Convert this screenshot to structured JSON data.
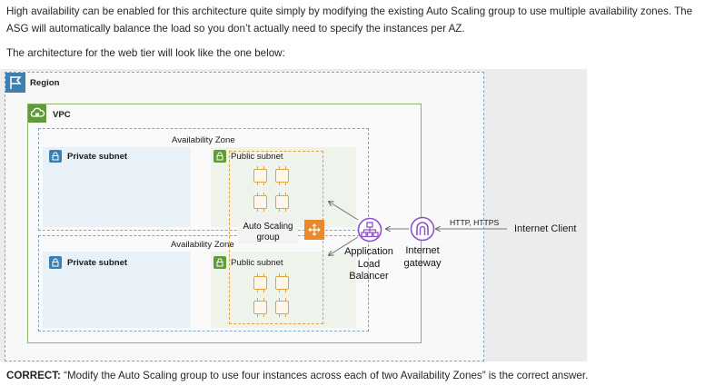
{
  "intro": {
    "paragraph1": "High availability can be enabled for this architecture quite simply by modifying the existing Auto Scaling group to use multiple availability zones. The ASG will automatically balance the load so you don’t actually need to specify the instances per AZ.",
    "paragraph2": "The architecture for the web tier will look like the one below:"
  },
  "diagram": {
    "region_label": "Region",
    "vpc_label": "VPC",
    "az_top_label": "Availability Zone",
    "az_bottom_label": "Availability Zone",
    "private_subnet_top": "Private subnet",
    "private_subnet_bottom": "Private subnet",
    "public_subnet_top": "Public subnet",
    "public_subnet_bottom": "Public subnet",
    "asg_label_line1": "Auto Scaling",
    "asg_label_line2": "group",
    "alb_line1": "Application",
    "alb_line2": "Load",
    "alb_line3": "Balancer",
    "igw_line1": "Internet",
    "igw_line2": "gateway",
    "protocol_label": "HTTP, HTTPS",
    "client_label": "Internet Client",
    "colors": {
      "region_border": "#7fa7c4",
      "vpc_border": "#8ab36a",
      "ec2_orange": "#e3a23a",
      "asg_orange": "#e8892d",
      "alb_purple": "#8c52c9",
      "private_badge": "#3c7fb1",
      "public_badge": "#5f9b37"
    },
    "icons": [
      "flag-icon",
      "cloud-lock-icon",
      "lock-icon",
      "ec2-instance-icon",
      "auto-scaling-icon",
      "load-balancer-icon",
      "internet-gateway-icon"
    ]
  },
  "footer": {
    "correct_label": "CORRECT:",
    "correct_text": " “Modify the Auto Scaling group to use four instances across each of two Availability Zones” is the correct answer."
  }
}
